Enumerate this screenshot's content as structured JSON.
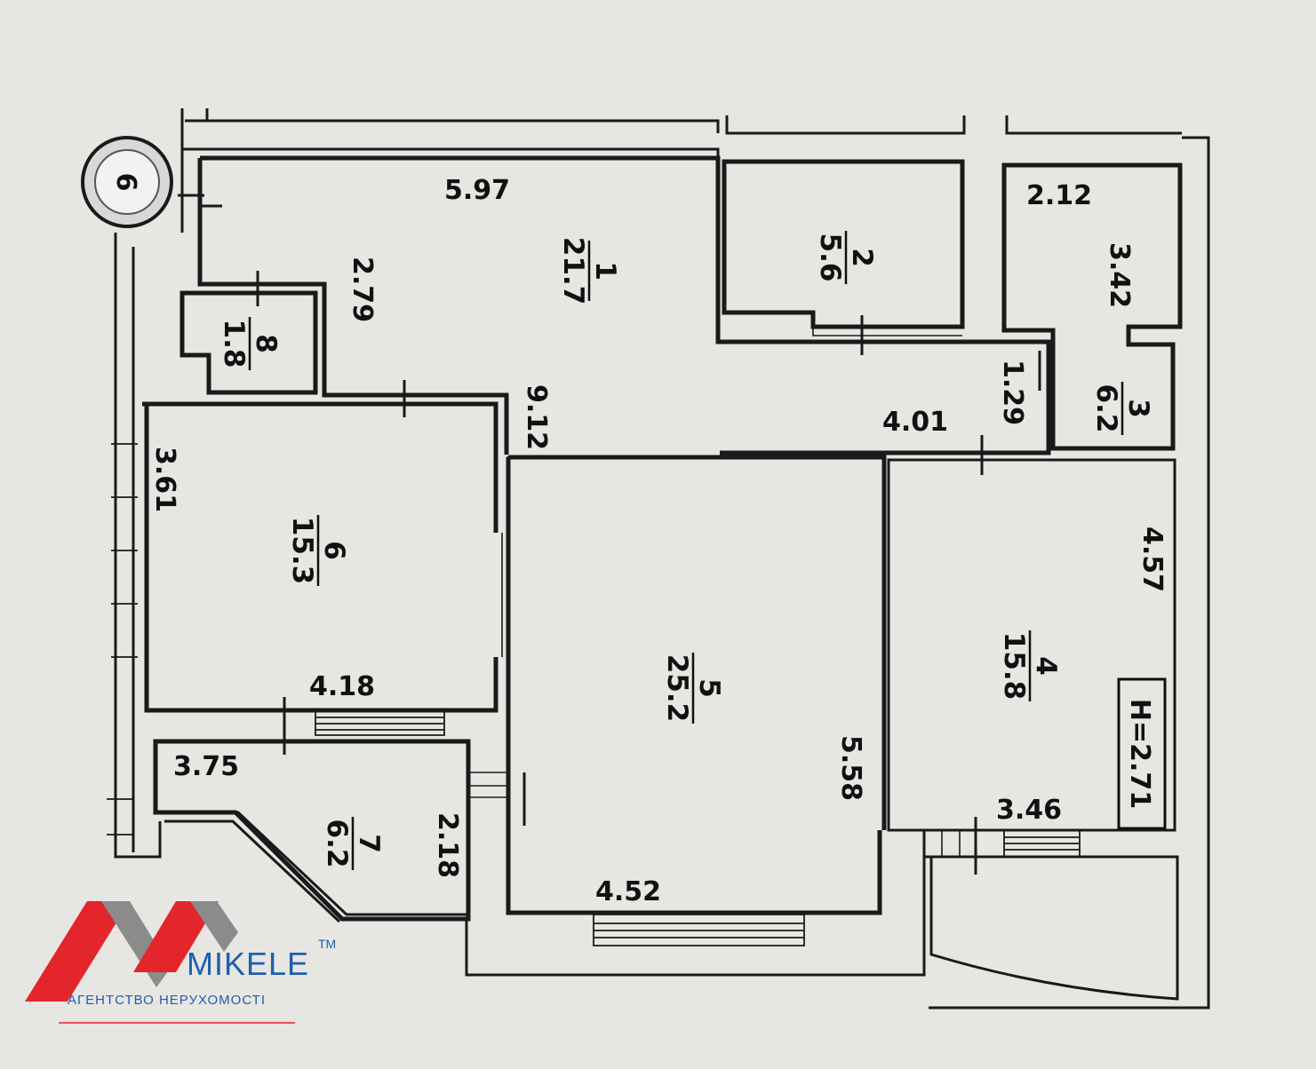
{
  "rooms": [
    {
      "number": "1",
      "area": "21.7"
    },
    {
      "number": "2",
      "area": "5.6"
    },
    {
      "number": "3",
      "area": "6.2"
    },
    {
      "number": "4",
      "area": "15.8"
    },
    {
      "number": "5",
      "area": "25.2"
    },
    {
      "number": "6",
      "area": "15.3"
    },
    {
      "number": "7",
      "area": "6.2"
    },
    {
      "number": "8",
      "area": "1.8"
    }
  ],
  "dimensions": {
    "d597": "5.97",
    "d279": "2.79",
    "d212": "2.12",
    "d342": "3.42",
    "d912": "9.12",
    "d129": "1.29",
    "d401": "4.01",
    "d361": "3.61",
    "d457": "4.57",
    "d418": "4.18",
    "d375": "3.75",
    "d218": "2.18",
    "d558": "5.58",
    "d346": "3.46",
    "d452": "4.52"
  },
  "ceiling_height": "H=2.71",
  "riser_mark": "6",
  "brand": {
    "name": "MIKELE",
    "trademark": "TM",
    "tagline": "АГЕНТСТВО НЕРУХОМОСТІ",
    "colors": {
      "red": "#e3262b",
      "gray": "#8b8b8b",
      "blue": "#1f5fae"
    }
  }
}
